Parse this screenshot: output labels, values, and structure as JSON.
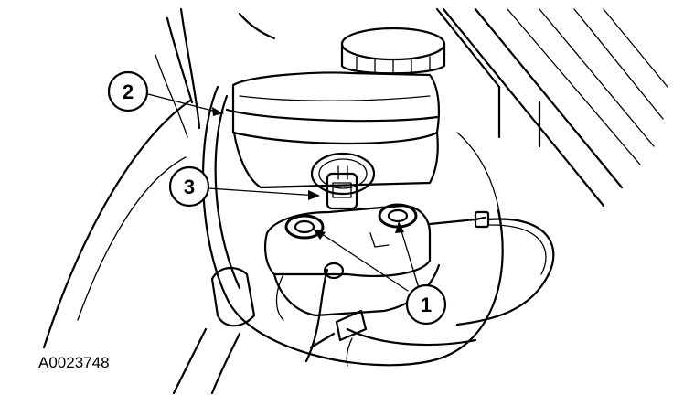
{
  "diagram": {
    "callouts": [
      {
        "id": "2",
        "label": "2"
      },
      {
        "id": "3",
        "label": "3"
      },
      {
        "id": "1",
        "label": "1"
      }
    ],
    "reference_code": "A0023748"
  }
}
